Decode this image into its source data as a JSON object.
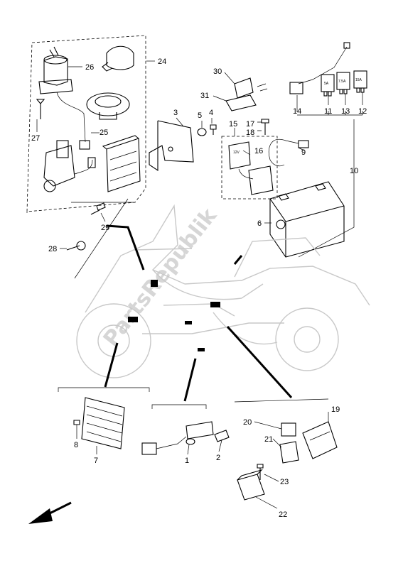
{
  "watermark": "PartsRepublik",
  "callouts": {
    "c1": "1",
    "c2": "2",
    "c3": "3",
    "c4": "4",
    "c5": "5",
    "c6": "6",
    "c7": "7",
    "c8": "8",
    "c9": "9",
    "c10": "10",
    "c11": "11",
    "c12": "12",
    "c13": "13",
    "c14": "14",
    "c15": "15",
    "c16": "16",
    "c17": "17",
    "c18": "18",
    "c19": "19",
    "c20": "20",
    "c21": "21",
    "c22": "22",
    "c23": "23",
    "c24": "24",
    "c25": "25",
    "c26": "26",
    "c27": "27",
    "c28": "28",
    "c29": "29",
    "c30": "30",
    "c31": "31"
  },
  "fuse_labels": {
    "f11": "5A",
    "f13": "7.5A",
    "f12": "15A"
  },
  "relay_label": "12V"
}
